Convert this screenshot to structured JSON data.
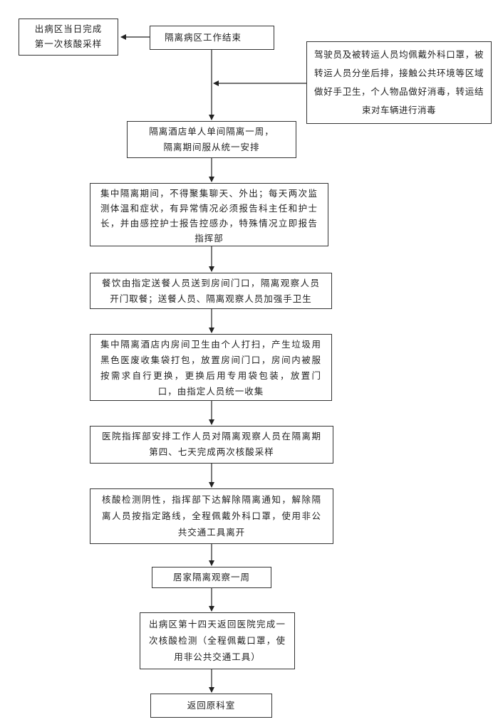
{
  "nodes": {
    "side_left": "出病区当日完成\n第一次核酸采样",
    "start": "隔离病区工作结束",
    "side_right": "驾驶员及被转运人员均佩戴外科口罩，被转运人员分坐后排，接触公共环境等区域做好手卫生，个人物品做好消毒，转运结束对车辆进行消毒",
    "hotel": "隔离酒店单人单间隔离一周，\n隔离期间服从统一安排",
    "monitor": "集中隔离期间，不得聚集聊天、外出；每天两次监测体温和症状，有异常情况必须报告科主任和护士长，并由感控护士报告控感办，特殊情况立即报告指挥部",
    "meals": "餐饮由指定送餐人员送到房间门口，隔离观察人员开门取餐；送餐人员、隔离观察人员加强手卫生",
    "cleaning": "集中隔离酒店内房间卫生由个人打扫，产生垃圾用黑色医废收集袋打包，放置房间门口，房间内被服按需求自行更换，更换后用专用袋包装，放置门口，由指定人员统一收集",
    "sampling": "医院指挥部安排工作人员对隔离观察人员在隔离期第四、七天完成两次核酸采样",
    "release": "核酸检测阴性，指挥部下达解除隔离通知，解除隔离人员按指定路线，全程佩戴外科口罩，使用非公共交通工具离开",
    "home": "居家隔离观察一周",
    "day14": "出病区第十四天返回医院完成一次核酸检测（全程佩戴口罩，使用非公共交通工具）",
    "return": "返回原科室"
  }
}
